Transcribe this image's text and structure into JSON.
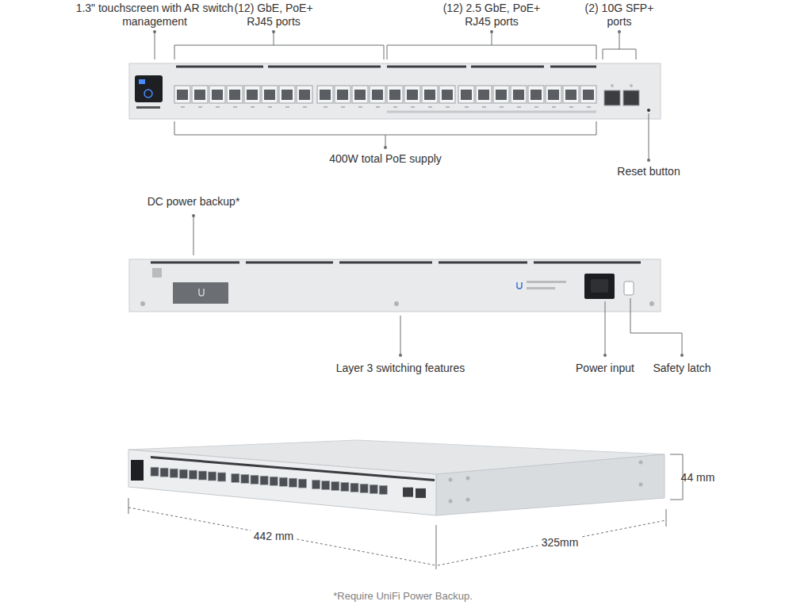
{
  "diagram": {
    "caption": "*Require UniFi Power Backup.",
    "labels": [
      "1.3\" touchscreen with AR switch management",
      "(12) GbE, PoE+ RJ45 ports",
      "(12) 2.5 GbE, PoE+ RJ45 ports",
      "(2) 10G SFP+ ports",
      "400W total PoE supply",
      "Reset button",
      "DC power backup*",
      "Layer 3 switching features",
      "Power input",
      "Safety latch",
      "44 mm",
      "442 mm",
      "325mm"
    ]
  }
}
